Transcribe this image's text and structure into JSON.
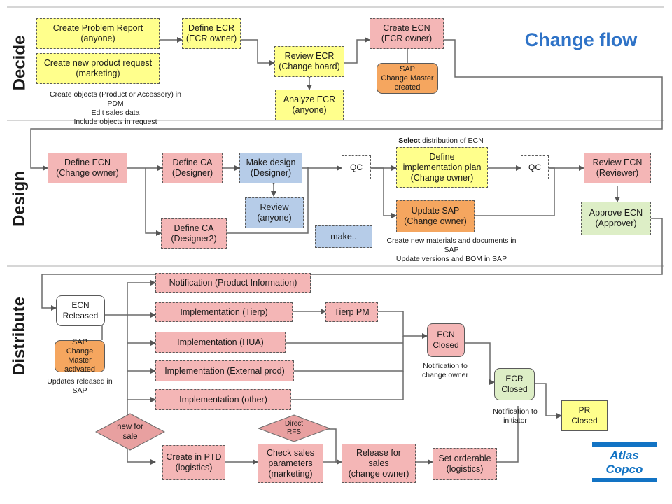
{
  "title": "Change flow",
  "bands": {
    "decide": "Decide",
    "design": "Design",
    "distribute": "Distribute"
  },
  "decide": {
    "problem_report": "Create Problem Report\n(anyone)",
    "product_request": "Create new product request\n(marketing)",
    "objects_note": "Create objects (Product or Accessory) in  PDM\nEdit sales data\nInclude objects in request",
    "define_ecr": "Define ECR\n(ECR owner)",
    "review_ecr": "Review ECR\n(Change board)",
    "analyze_ecr": "Analyze ECR\n(anyone)",
    "create_ecn": "Create ECN\n(ECR owner)",
    "sap_change_master": "SAP\nChange Master\ncreated"
  },
  "design": {
    "select_distribution_bold": "Select",
    "select_distribution_rest": " distribution of ECN",
    "define_ecn": "Define ECN\n(Change owner)",
    "define_ca": "Define CA\n(Designer)",
    "define_ca2": "Define CA\n(Designer2)",
    "make_design": "Make design\n(Designer)",
    "review": "Review\n(anyone)",
    "qc1": "QC",
    "make": "make..",
    "define_impl_plan": "Define\nimplementation plan\n(Change owner)",
    "update_sap": "Update SAP\n(Change owner)",
    "materials_note": "Create new materials and documents in SAP\nUpdate versions and BOM in SAP",
    "qc2": "QC",
    "review_ecn": "Review ECN\n(Reviewer)",
    "approve_ecn": "Approve ECN\n(Approver)"
  },
  "distribute": {
    "ecn_released": "ECN\nReleased",
    "sap_activated": "SAP\nChange Master\nactivated",
    "updates_note": "Updates released in SAP",
    "notification_product": "Notification (Product Information)",
    "impl_tierp": "Implementation (Tierp)",
    "tierp_pm": "Tierp PM",
    "impl_hua": "Implementation (HUA)",
    "impl_external": "Implementation (External prod)",
    "impl_other": "Implementation (other)",
    "ecn_closed": "ECN\nClosed",
    "notify_change_owner": "Notification to\nchange owner",
    "ecr_closed": "ECR\nClosed",
    "notify_initiator": "Notification to\ninitiator",
    "pr_closed": "PR\nClosed",
    "new_for_sale": "new for\nsale",
    "direct_rfs": "Direct\nRFS",
    "create_ptd": "Create in PTD\n(logistics)",
    "check_sales": "Check sales\nparameters\n(marketing)",
    "release_sales": "Release for\nsales\n(change owner)",
    "set_orderable": "Set orderable\n(logistics)"
  },
  "logo_text": "Atlas Copco",
  "colors": {
    "title_blue": "#2f73c7",
    "yellow": "#ffff8c",
    "pink": "#f4b6b6",
    "blue": "#b6cce8",
    "orange": "#f5a65f",
    "green": "#ddeec6",
    "logo_blue": "#1273c4"
  }
}
